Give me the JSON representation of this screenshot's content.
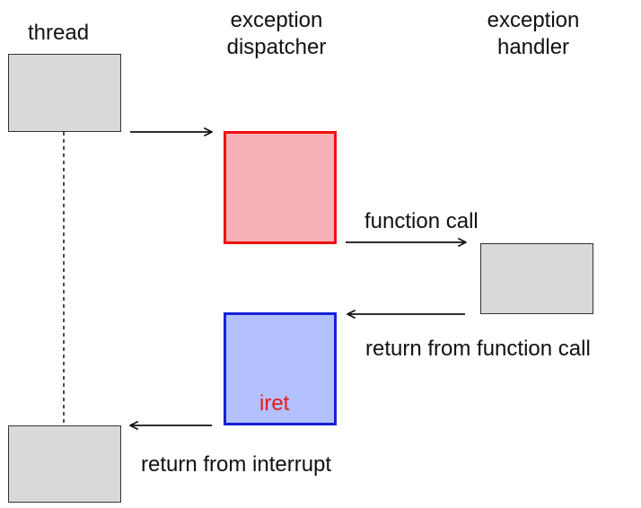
{
  "labels": {
    "thread": "thread",
    "dispatcher_line1": "exception",
    "dispatcher_line2": "dispatcher",
    "handler_line1": "exception",
    "handler_line2": "handler",
    "function_call": "function call",
    "return_from_function_call": "return from function call",
    "return_from_interrupt": "return from interrupt",
    "iret": "iret"
  },
  "colors": {
    "gray_fill": "#d9d9d9",
    "dispatcher_red_fill": "#f6b1b8",
    "dispatcher_red_border": "#ee1111",
    "dispatcher_blue_fill": "#b3c2ff",
    "dispatcher_blue_border": "#1720d8",
    "iret_text": "#e31b1b",
    "line": "#111111"
  }
}
